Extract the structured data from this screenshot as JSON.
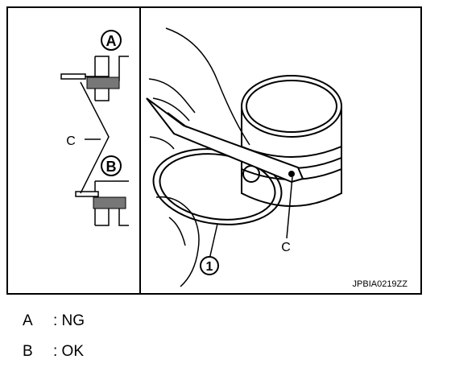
{
  "figure": {
    "code": "JPBIA0219ZZ",
    "callouts": {
      "a": "A",
      "b": "B",
      "c_left": "C",
      "c_right": "C",
      "one": "1"
    }
  },
  "legend": [
    {
      "key": "A",
      "value": ": NG"
    },
    {
      "key": "B",
      "value": ": OK"
    }
  ],
  "icons": [
    "piston-ring-diagram",
    "feeler-gauge",
    "circled-letter-icon"
  ]
}
